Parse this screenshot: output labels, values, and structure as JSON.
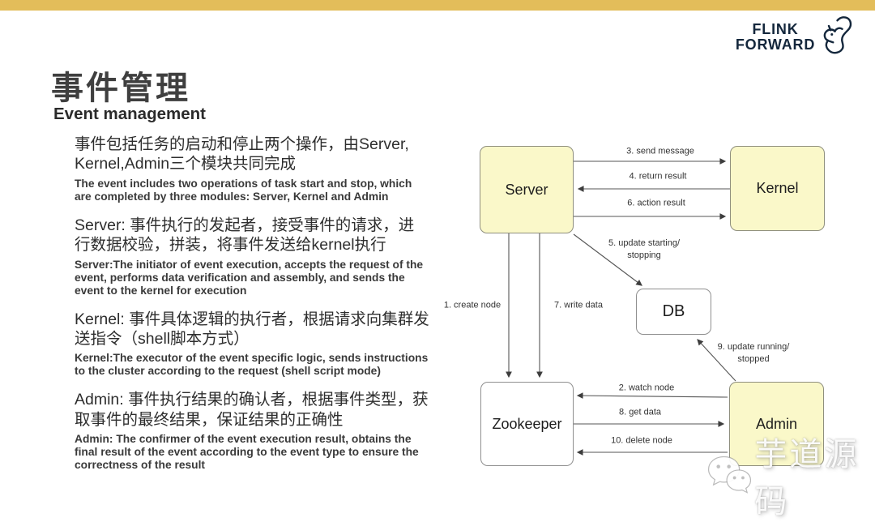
{
  "colors": {
    "accent_bar": "#E3BD5A",
    "node_yellow_fill": "#FAF8C9",
    "node_white_fill": "#FFFFFF",
    "logo_navy": "#14273C"
  },
  "logo": {
    "line1": "FLINK",
    "line2": "FORWARD"
  },
  "header": {
    "title_zh": "事件管理",
    "title_en": "Event management"
  },
  "paragraphs": [
    {
      "zh": "事件包括任务的启动和停止两个操作，由Server, Kernel,Admin三个模块共同完成",
      "en": "The event includes two operations of task start and stop, which are completed by three modules: Server, Kernel and Admin"
    },
    {
      "zh": "Server: 事件执行的发起者，接受事件的请求，进行数据校验，拼装，将事件发送给kernel执行",
      "en": "Server:The initiator of event execution, accepts the request of the event, performs data verification and assembly, and sends the event to the kernel for execution"
    },
    {
      "zh": "Kernel: 事件具体逻辑的执行者，根据请求向集群发送指令（shell脚本方式）",
      "en": "Kernel:The executor of the event specific logic, sends instructions to the cluster according to the request (shell script mode)"
    },
    {
      "zh": "Admin: 事件执行结果的确认者，根据事件类型，获取事件的最终结果，保证结果的正确性",
      "en": "Admin: The confirmer of the event execution result, obtains the final result of the event according to the event type to ensure the correctness of the result"
    }
  ],
  "diagram": {
    "nodes": [
      {
        "id": "server",
        "label": "Server"
      },
      {
        "id": "kernel",
        "label": "Kernel"
      },
      {
        "id": "db",
        "label": "DB"
      },
      {
        "id": "zookeeper",
        "label": "Zookeeper"
      },
      {
        "id": "admin",
        "label": "Admin"
      }
    ],
    "edges": [
      {
        "label": "1. create node",
        "from": "Server",
        "to": "Zookeeper"
      },
      {
        "label": "2. watch node",
        "from": "Admin",
        "to": "Zookeeper"
      },
      {
        "label": "3. send message",
        "from": "Server",
        "to": "Kernel"
      },
      {
        "label": "4. return result",
        "from": "Kernel",
        "to": "Server"
      },
      {
        "label": "5. update starting/\nstopping",
        "from": "Server",
        "to": "DB"
      },
      {
        "label": "6. action result",
        "from": "Server",
        "to": "Kernel"
      },
      {
        "label": "7. write data",
        "from": "Server",
        "to": "Zookeeper"
      },
      {
        "label": "8. get data",
        "from": "Zookeeper",
        "to": "Admin"
      },
      {
        "label": "9. update running/\nstopped",
        "from": "Admin",
        "to": "DB"
      },
      {
        "label": "10. delete node",
        "from": "Admin",
        "to": "Zookeeper"
      }
    ]
  },
  "watermark": {
    "text": "芋道源码"
  }
}
